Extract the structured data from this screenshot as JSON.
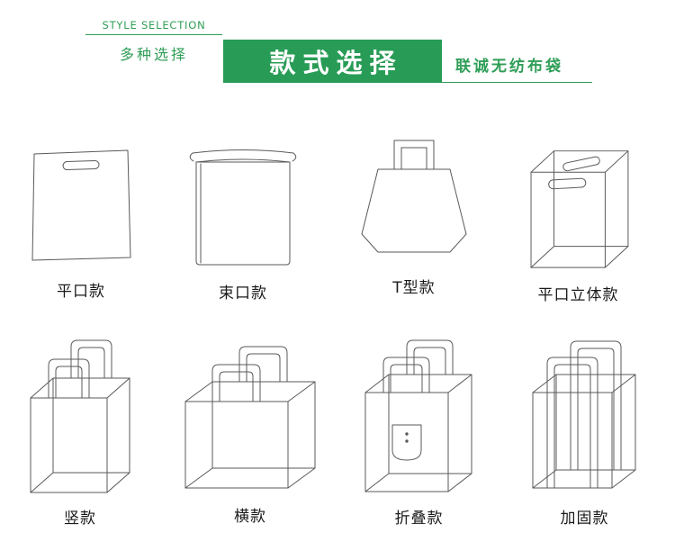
{
  "header": {
    "eyebrow": "STYLE SELECTION",
    "subtitle": "多种选择",
    "banner_title": "款式选择",
    "brand": "联诚无纺布袋",
    "accent_color": "#2f9e57"
  },
  "styles": [
    {
      "label": "平口款",
      "icon": "flat-bag"
    },
    {
      "label": "束口款",
      "icon": "drawstring-bag"
    },
    {
      "label": "T型款",
      "icon": "t-shape-bag"
    },
    {
      "label": "平口立体款",
      "icon": "flat-gusset-bag"
    },
    {
      "label": "竖款",
      "icon": "vertical-tote"
    },
    {
      "label": "横款",
      "icon": "horizontal-tote"
    },
    {
      "label": "折叠款",
      "icon": "folding-tote"
    },
    {
      "label": "加固款",
      "icon": "reinforced-tote"
    }
  ]
}
